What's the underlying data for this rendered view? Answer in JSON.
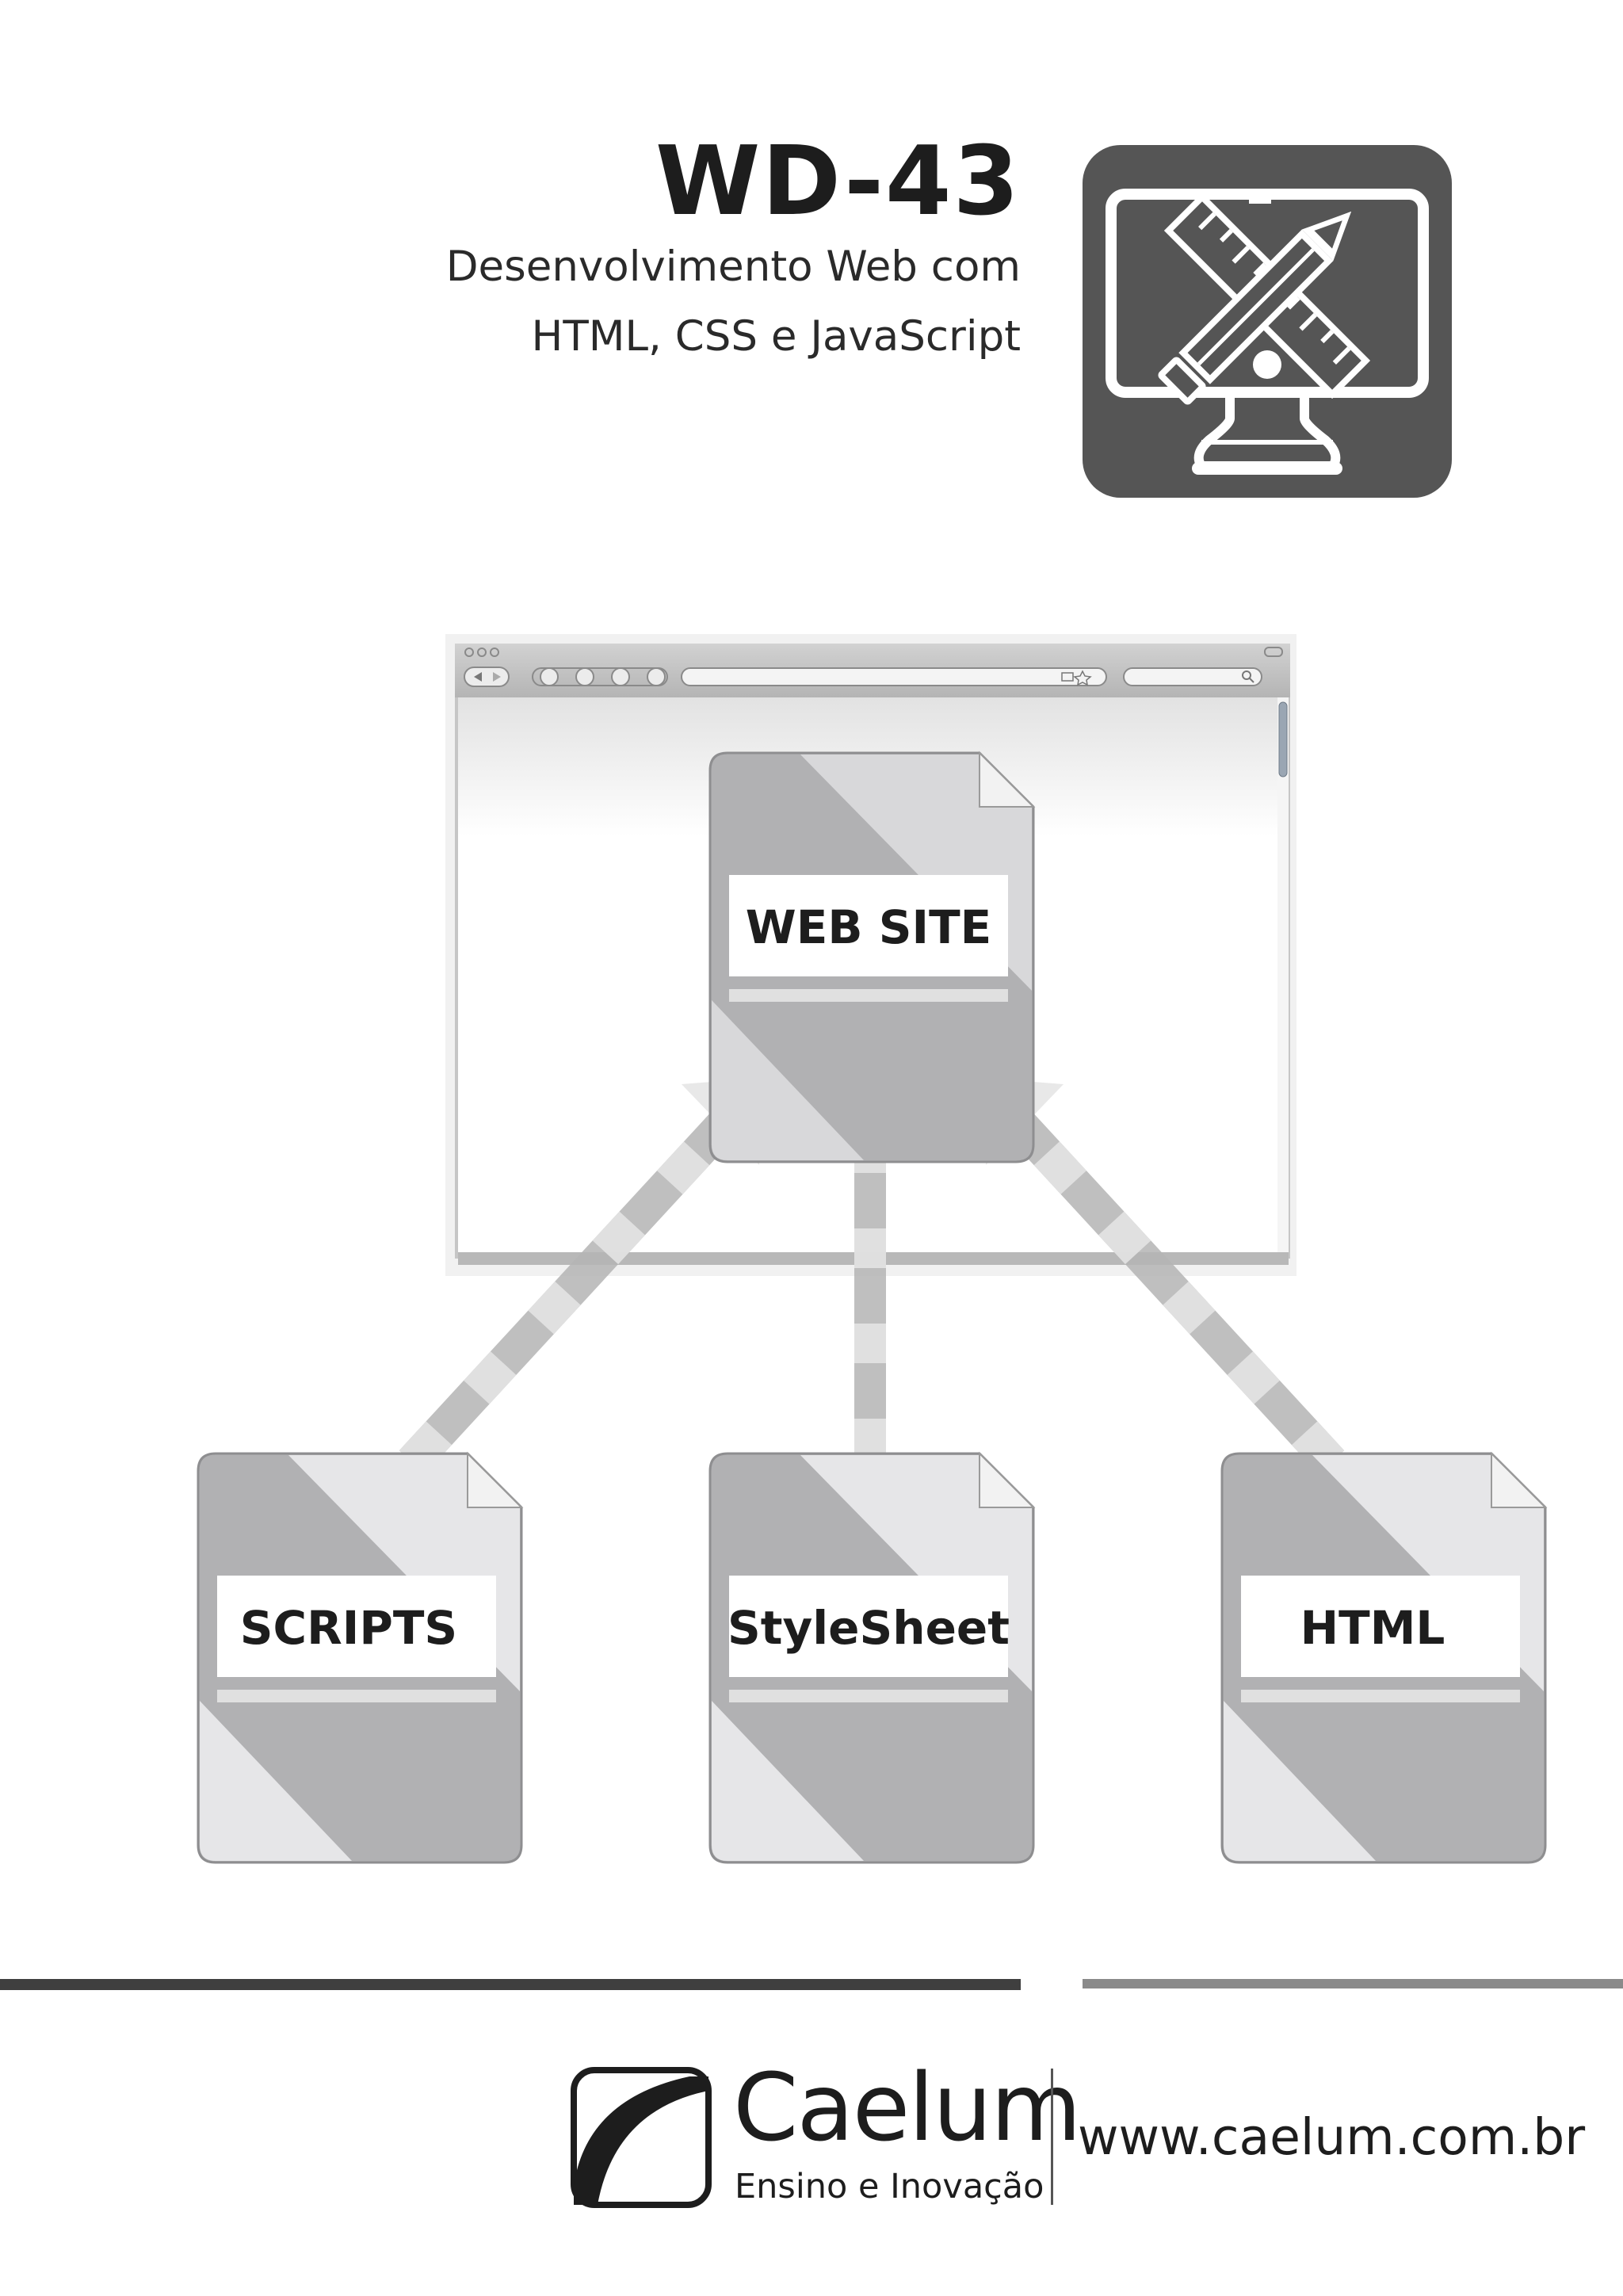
{
  "cover": {
    "course_code": "WD-43",
    "subtitle_line1": "Desenvolvimento Web com",
    "subtitle_line2": "HTML, CSS e JavaScript",
    "course_icon": "monitor-pencil-ruler-icon"
  },
  "diagram": {
    "center_document": "WEB SITE",
    "source_documents": [
      "SCRIPTS",
      "StyleSheet",
      "HTML"
    ],
    "browser_icon": "browser-window-icon"
  },
  "footer": {
    "brand_name": "Caelum",
    "tagline": "Ensino e Inovação",
    "website": "www.caelum.com.br",
    "logo_icon": "caelum-logo-icon"
  },
  "colors": {
    "dark_gray": "#555555",
    "doc_gray": "#b1b1b3",
    "doc_light": "#e8e8ea",
    "text": "#1d1d1d"
  }
}
